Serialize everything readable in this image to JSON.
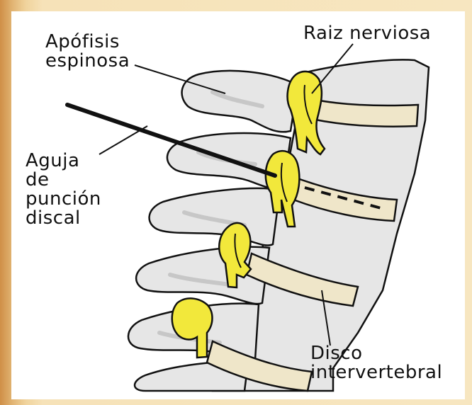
{
  "labels": {
    "apofisis": [
      "Apófisis",
      "espinosa"
    ],
    "raiz": [
      "Raiz nerviosa"
    ],
    "aguja": [
      "Aguja",
      "de",
      "punción",
      "discal"
    ],
    "disco": [
      "Disco",
      "intervertebral"
    ]
  },
  "colors": {
    "bone": "#e6e6e6",
    "bone_shadow": "#c7c7c7",
    "disc": "#efe6c9",
    "nerve": "#f2e83b",
    "ink": "#111111"
  }
}
